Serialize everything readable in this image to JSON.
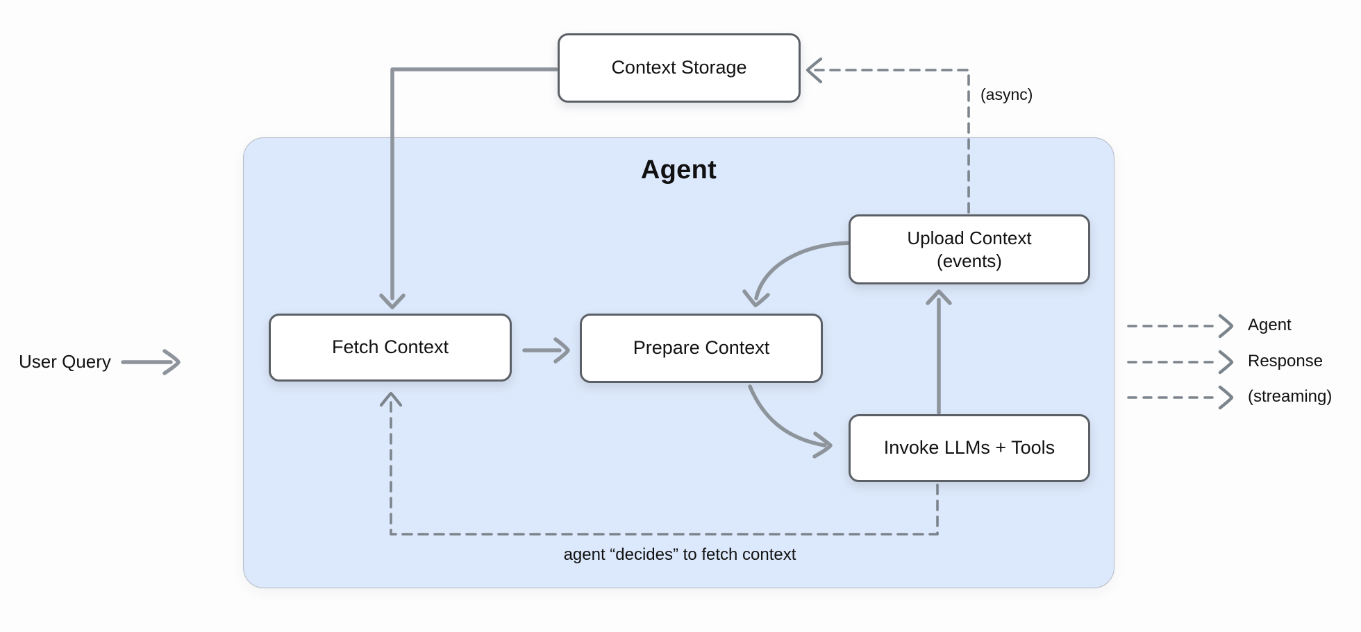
{
  "colors": {
    "background": "#fdfdfe",
    "agent_fill": "#dce8fb",
    "agent_border": "#b2bac4",
    "node_fill": "#ffffff",
    "node_border": "#5b6066",
    "arrow_solid": "#8e949b",
    "arrow_dashed": "#7c848c",
    "text": "#111111"
  },
  "agent": {
    "title": "Agent"
  },
  "nodes": {
    "context_storage": {
      "label": "Context Storage"
    },
    "fetch_context": {
      "label": "Fetch Context"
    },
    "prepare_context": {
      "label": "Prepare Context"
    },
    "upload_context": {
      "line1": "Upload Context",
      "line2": "(events)"
    },
    "invoke_llms_tools": {
      "label": "Invoke LLMs + Tools"
    }
  },
  "labels": {
    "user_query": "User Query",
    "async": "(async)",
    "agent_decides": "agent “decides” to fetch context",
    "output": [
      "Agent",
      "Response",
      "(streaming)"
    ]
  }
}
